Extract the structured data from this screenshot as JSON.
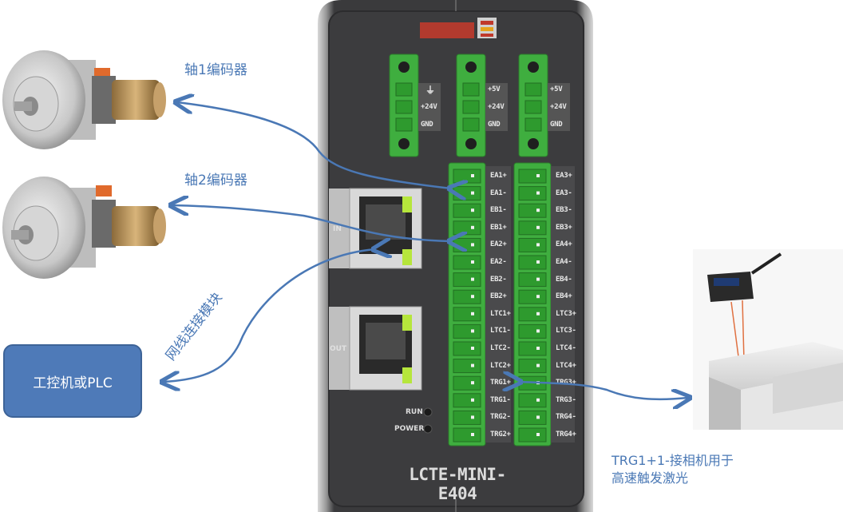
{
  "labels": {
    "encoder1": "轴1编码器",
    "encoder2": "轴2编码器",
    "network": "网线连接模块",
    "ipc": "工控机或PLC",
    "note_line1": "TRG1+1-接相机用于",
    "note_line2": "高速触发激光"
  },
  "device": {
    "model": "LCTE-MINI-E404",
    "port_in": "IN",
    "port_out": "OUT",
    "led_run": "RUN",
    "led_power": "POWER",
    "power_block_1": [
      "",
      "+24V",
      "GND"
    ],
    "power_block_2": [
      "+5V",
      "+24V",
      "GND"
    ],
    "power_block_3": [
      "+5V",
      "+24V",
      "GND"
    ],
    "terminals_left": [
      "EA1+",
      "EA1-",
      "EB1-",
      "EB1+",
      "EA2+",
      "EA2-",
      "EB2-",
      "EB2+",
      "LTC1+",
      "LTC1-",
      "LTC2-",
      "LTC2+",
      "TRG1+",
      "TRG1-",
      "TRG2-",
      "TRG2+"
    ],
    "terminals_right": [
      "EA3+",
      "EA3-",
      "EB3-",
      "EB3+",
      "EA4+",
      "EA4-",
      "EB4-",
      "EB4+",
      "LTC3+",
      "LTC3-",
      "LTC4-",
      "LTC4+",
      "TRG3+",
      "TRG3-",
      "TRG4-",
      "TRG4+"
    ]
  },
  "colors": {
    "arrow": "#4a78b5",
    "device_body": "#3a3a3c",
    "terminal_green": "#3fae3f",
    "ipc_box": "#4e7ab8"
  }
}
